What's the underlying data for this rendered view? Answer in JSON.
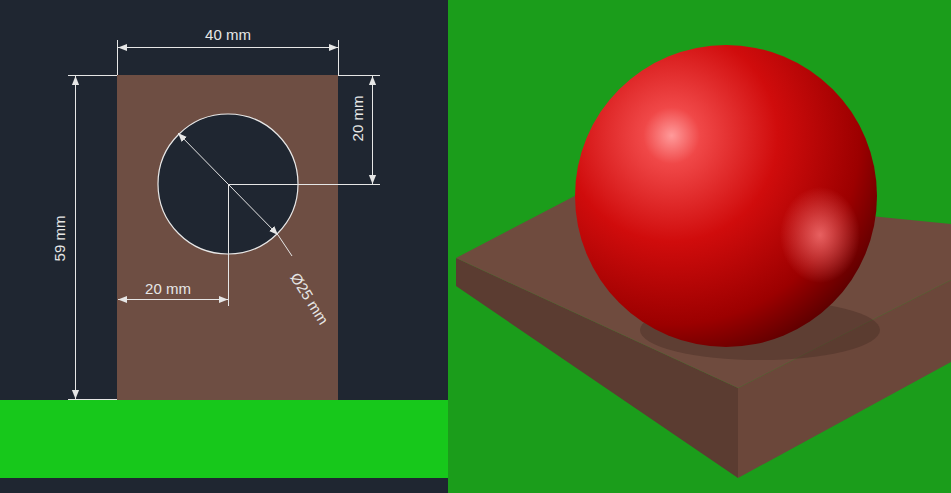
{
  "diagram": {
    "labels": [
      "40 mm",
      "20 mm",
      "59 mm",
      "20 mm",
      "Ø25 mm"
    ]
  }
}
